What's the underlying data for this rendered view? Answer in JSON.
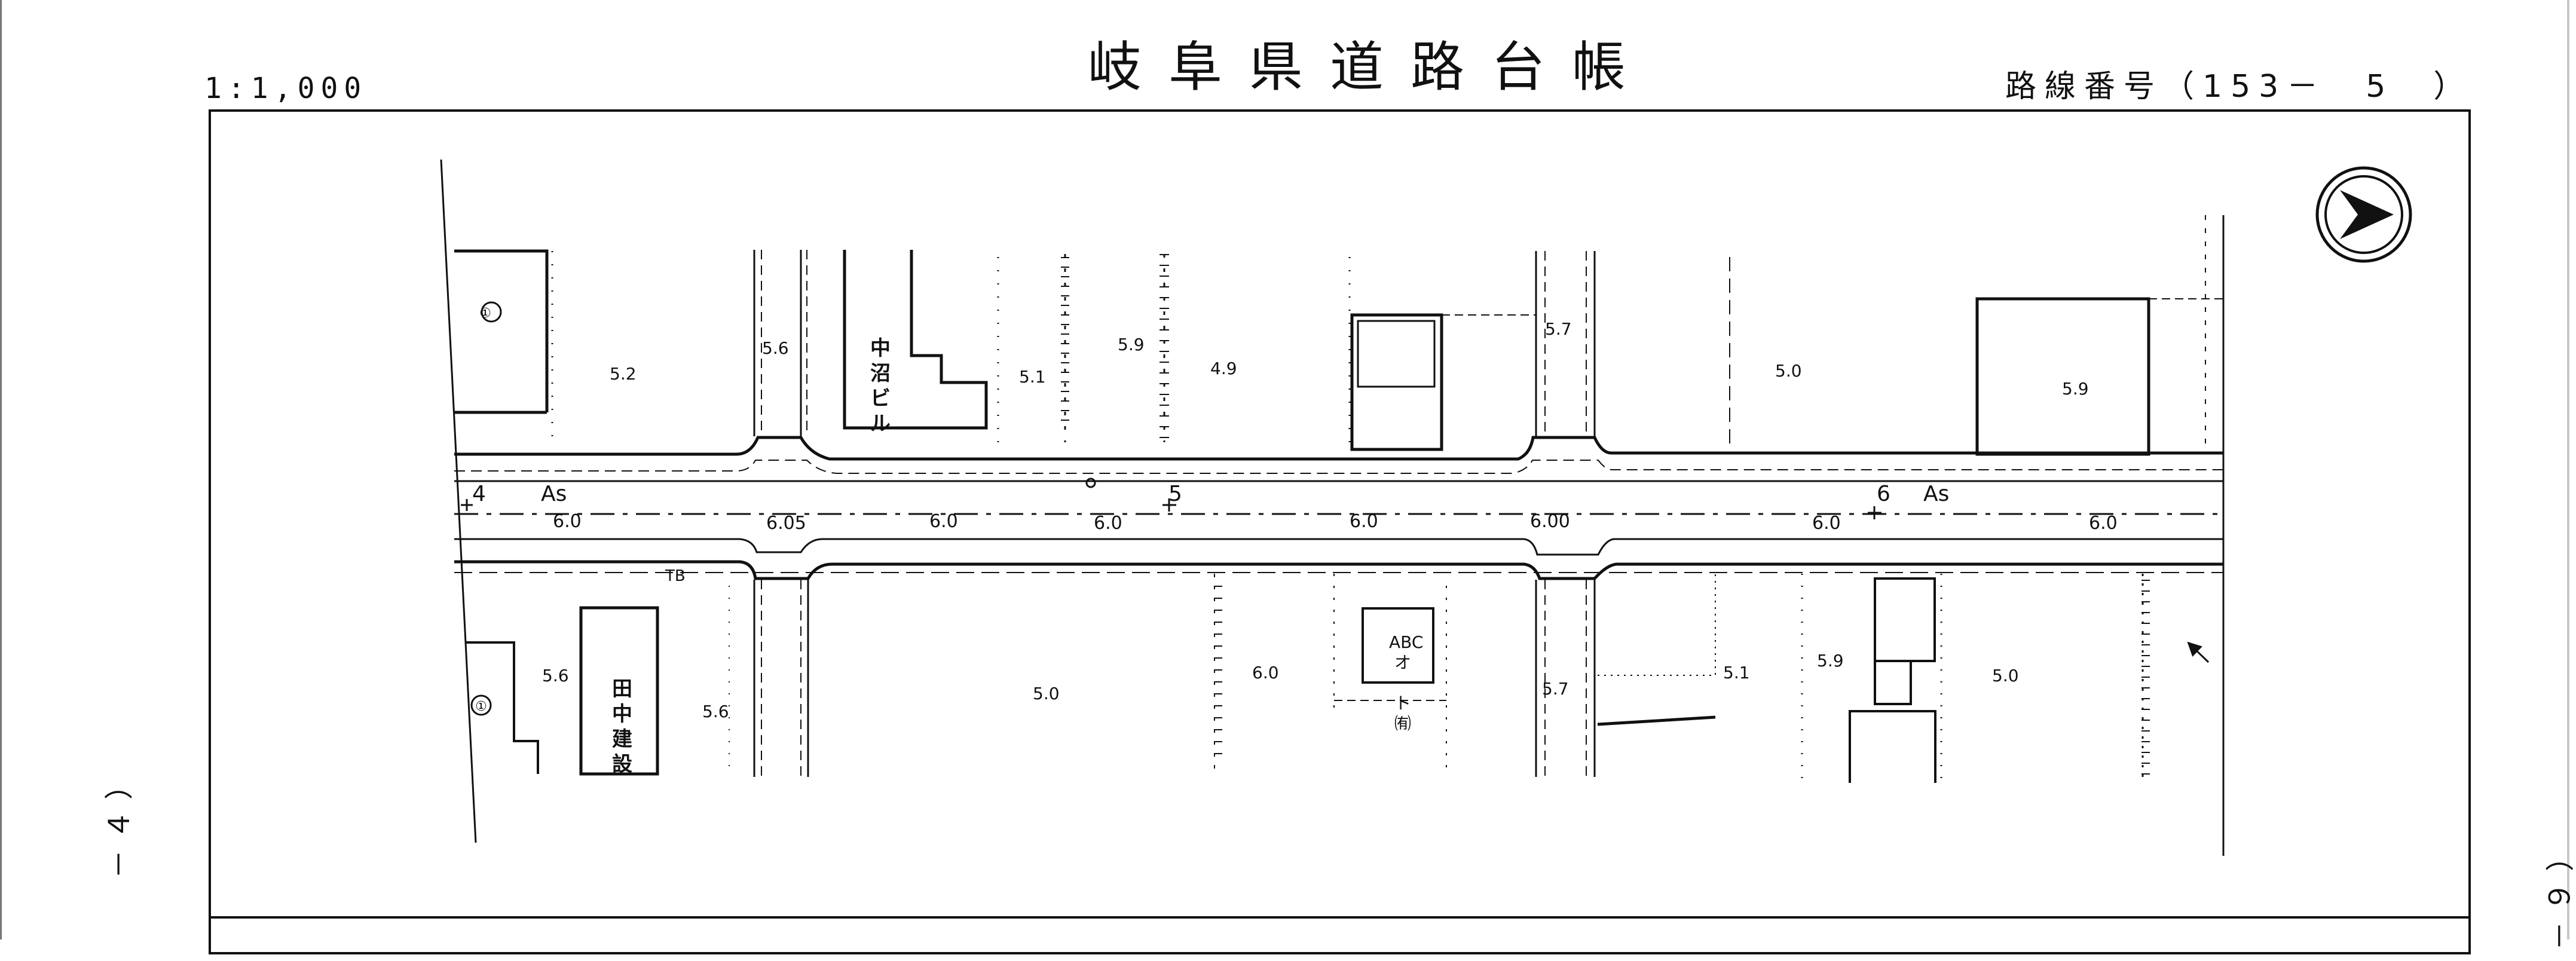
{
  "header": {
    "title": "岐阜県道路台帳",
    "scale": "1:1,000",
    "route_number": "路線番号（153－　5　）"
  },
  "sheet_edges": {
    "left": "－４）",
    "right": "（６－"
  },
  "map_labels": {
    "station_4": "4",
    "station_5": "5",
    "station_6": "6",
    "pavement_left": "As",
    "pavement_right": "As",
    "bm_1": "6.0",
    "bm_2": "6.05",
    "bm_3": "6.0",
    "bm_4": "6.0",
    "bm_5": "6.0",
    "bm_6": "6.00",
    "bm_7": "6.0",
    "bm_8": "6.0",
    "bldg_heights": [
      "5.2",
      "5.6",
      "5.1",
      "5.9",
      "4.9",
      "5.7",
      "5.0",
      "5.9",
      "5.6",
      "5.6",
      "5.0",
      "6.0",
      "5.7",
      "5.1",
      "5.9",
      "5.0"
    ],
    "tb_label": "TB",
    "nakanuma_bldg": "中沼ビル",
    "tanaka_kensetsu": "田中建設",
    "abc_auto": "ABCオート㈲",
    "circled_a": "①",
    "circled_b": "①"
  }
}
